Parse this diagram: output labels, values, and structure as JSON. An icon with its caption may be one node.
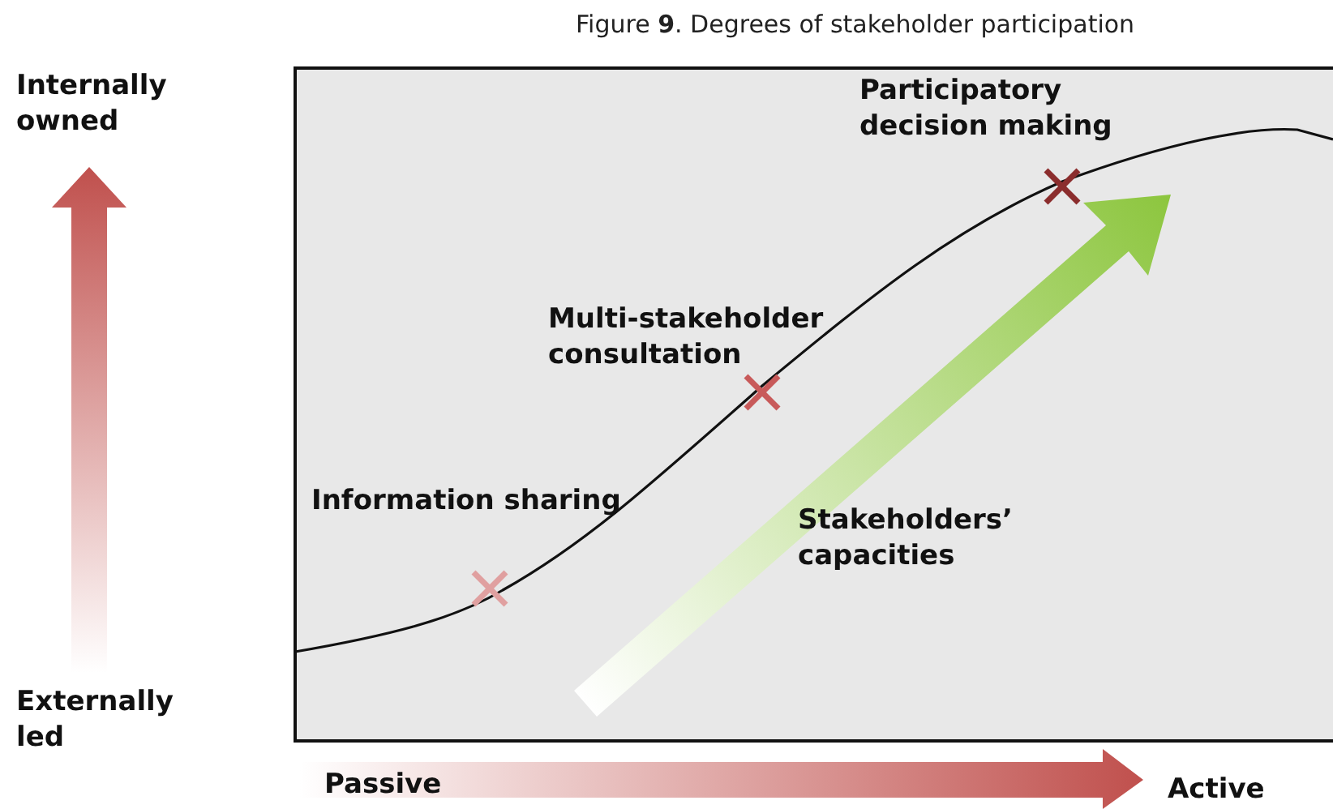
{
  "diagram": {
    "title": "Figure **9**. Degrees of stakeholder participation",
    "labels": [
      "Internally owned",
      "Participatory decision making",
      "Multi-stakeholder consultation",
      "Information sharing",
      "Stakeholders’ capacities",
      "Externally led",
      "Passive",
      "Active"
    ]
  }
}
